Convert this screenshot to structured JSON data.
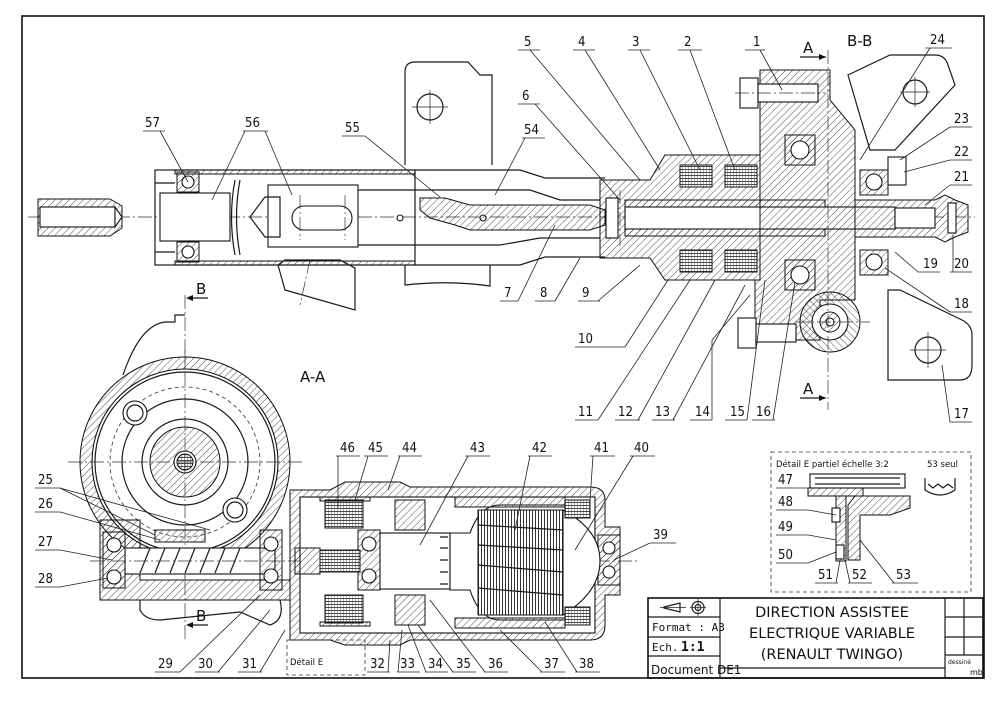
{
  "drawing": {
    "title_lines": [
      "DIRECTION ASSISTEE",
      "ELECTRIQUE VARIABLE",
      "(RENAULT TWINGO)"
    ],
    "format_label": "Format : A3",
    "scale_prefix": "Ech.",
    "scale_value": "1:1",
    "document_label": "Document DE1",
    "author_caption": "dessiné",
    "author_initials": "mb",
    "projection_symbol": "first-angle-projection-icon"
  },
  "section_labels": {
    "bb": "B-B",
    "aa": "A-A",
    "a_top": "A",
    "a_bottom": "A",
    "b_top": "B",
    "b_bottom": "B"
  },
  "detail_e": {
    "caption": "Détail E partiel échelle 3:2",
    "side_note": "53 seul",
    "marker": "Détail E",
    "parts": [
      "47",
      "48",
      "49",
      "50",
      "51",
      "52",
      "53"
    ]
  },
  "part_labels": {
    "top_row": [
      "5",
      "4",
      "3",
      "2",
      "1",
      "24"
    ],
    "top_left": [
      "57",
      "56",
      "55",
      "54",
      "6"
    ],
    "right_column": [
      "23",
      "22",
      "21",
      "20",
      "19",
      "18",
      "17"
    ],
    "mid_row": [
      "7",
      "8",
      "9",
      "10",
      "11",
      "12",
      "13",
      "14",
      "15",
      "16"
    ],
    "left_column": [
      "25",
      "26",
      "27",
      "28"
    ],
    "motor_top": [
      "46",
      "45",
      "44",
      "43",
      "42",
      "41",
      "40",
      "39"
    ],
    "motor_bottom": [
      "29",
      "30",
      "31",
      "32",
      "33",
      "34",
      "35",
      "36",
      "37",
      "38"
    ]
  }
}
